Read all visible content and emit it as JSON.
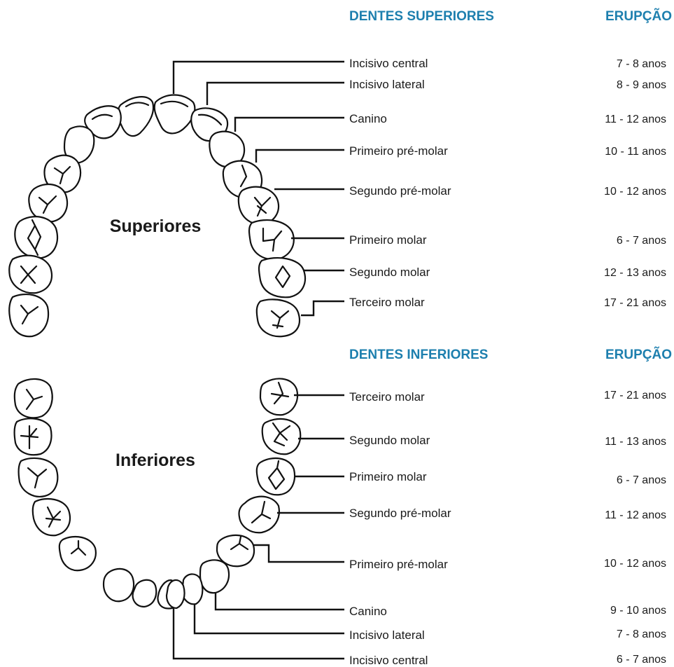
{
  "upper": {
    "header_teeth": "DENTES SUPERIORES",
    "header_eruption": "ERUPÇÃO",
    "arch_label": "Superiores",
    "rows": [
      {
        "name": "Incisivo central",
        "eruption": "7 - 8 anos"
      },
      {
        "name": "Incisivo lateral",
        "eruption": "8 - 9 anos"
      },
      {
        "name": "Canino",
        "eruption": "11 - 12 anos"
      },
      {
        "name": "Primeiro pré-molar",
        "eruption": "10 - 11 anos"
      },
      {
        "name": "Segundo pré-molar",
        "eruption": "10 - 12 anos"
      },
      {
        "name": "Primeiro molar",
        "eruption": "6 - 7 anos"
      },
      {
        "name": "Segundo molar",
        "eruption": "12 - 13 anos"
      },
      {
        "name": "Terceiro molar",
        "eruption": "17 - 21 anos"
      }
    ]
  },
  "lower": {
    "header_teeth": "DENTES INFERIORES",
    "header_eruption": "ERUPÇÃO",
    "arch_label": "Inferiores",
    "rows": [
      {
        "name": "Terceiro molar",
        "eruption": "17 - 21 anos"
      },
      {
        "name": "Segundo molar",
        "eruption": "11 - 13 anos"
      },
      {
        "name": "Primeiro molar",
        "eruption": "6 - 7 anos"
      },
      {
        "name": "Segundo pré-molar",
        "eruption": "11 - 12 anos"
      },
      {
        "name": "Primeiro pré-molar",
        "eruption": "10 - 12 anos"
      },
      {
        "name": "Canino",
        "eruption": "9 - 10 anos"
      },
      {
        "name": "Incisivo lateral",
        "eruption": "7 - 8 anos"
      },
      {
        "name": "Incisivo central",
        "eruption": "6 - 7 anos"
      }
    ]
  }
}
